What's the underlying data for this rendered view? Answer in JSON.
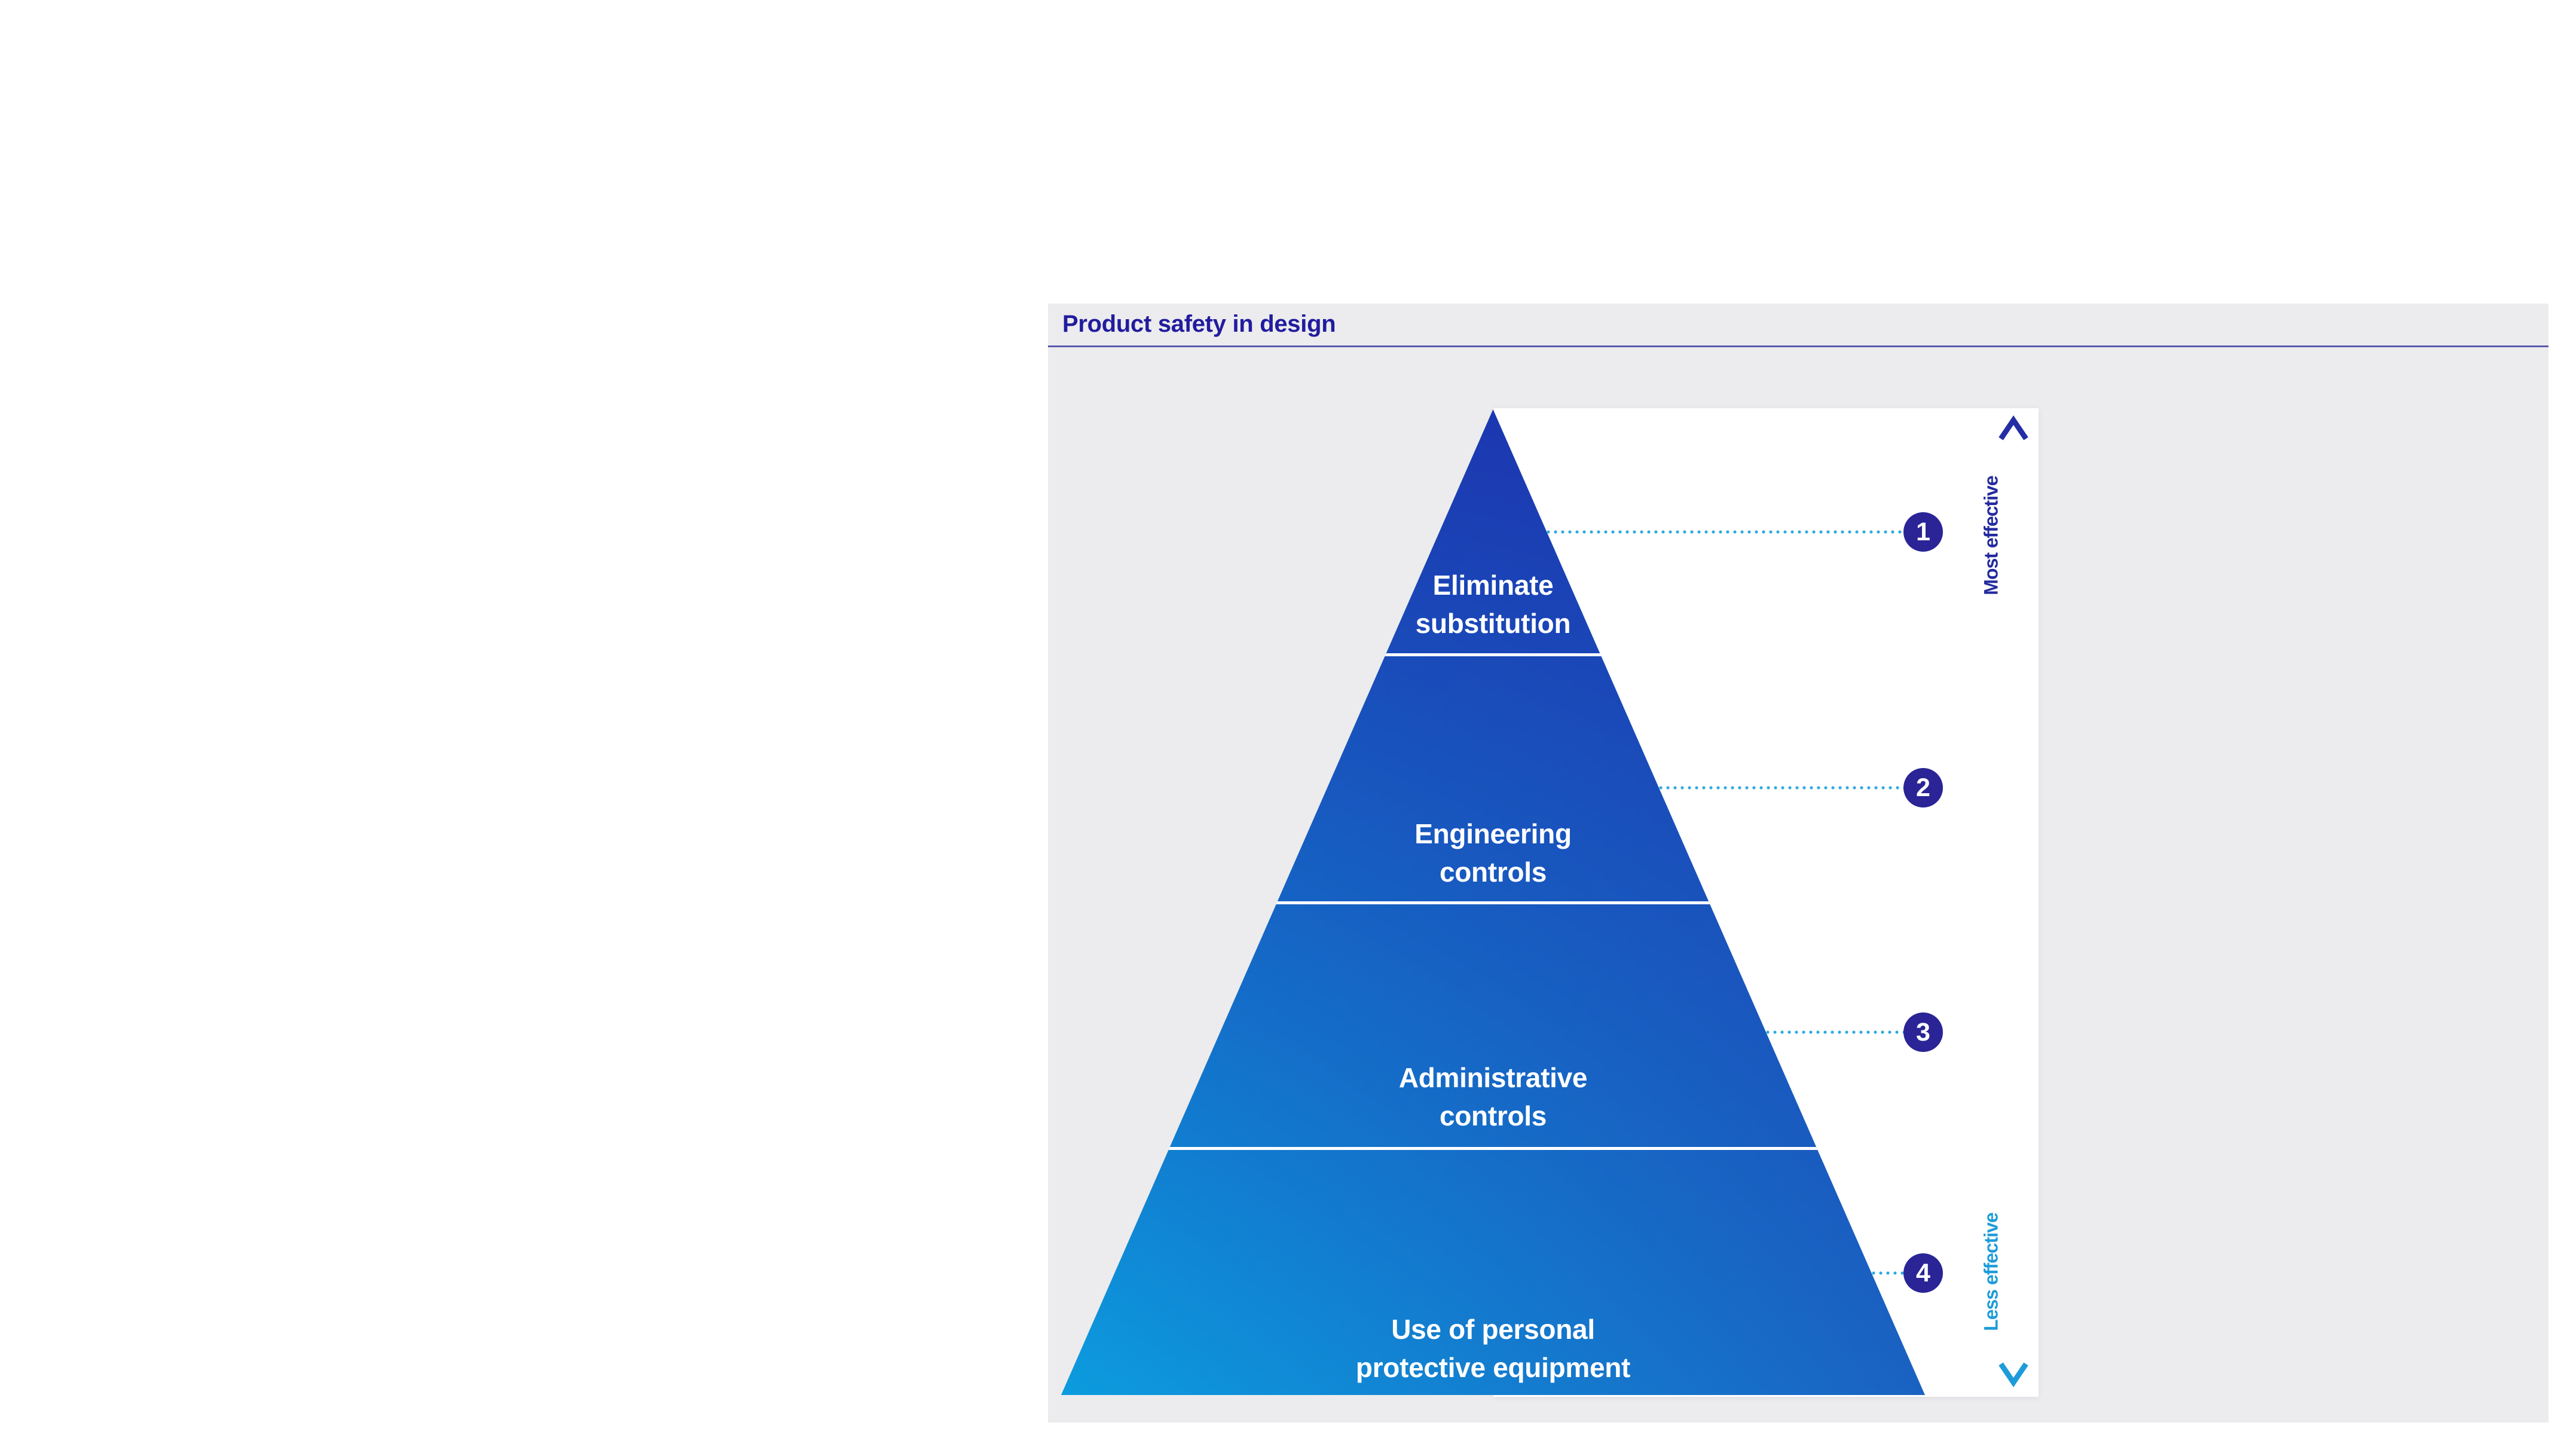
{
  "panel": {
    "title": "Product safety in design",
    "title_color": "#211c9e",
    "rule_color": "#5c59ad",
    "background": "#ececee"
  },
  "pyramid": {
    "levels": [
      {
        "number": "1",
        "line1": "Eliminate",
        "line2": "substitution"
      },
      {
        "number": "2",
        "line1": "Engineering",
        "line2": "controls"
      },
      {
        "number": "3",
        "line1": "Administrative",
        "line2": "controls"
      },
      {
        "number": "4",
        "line1": "Use of personal",
        "line2": "protective equipment"
      }
    ],
    "gradient_bottom_left": "#0c9cde",
    "gradient_bottom_right": "#1a62c2",
    "gradient_top": "#1c38b1",
    "divider_color": "#ffffff",
    "label_color": "#ffffff"
  },
  "badges": {
    "background": "#2a2496",
    "text_color": "#ffffff"
  },
  "leader_dots_color": "#2ba9e1",
  "scale": {
    "most_label": "Most effective",
    "less_label": "Less effective",
    "most_color": "#232a9e",
    "less_color": "#1e9cd9"
  }
}
